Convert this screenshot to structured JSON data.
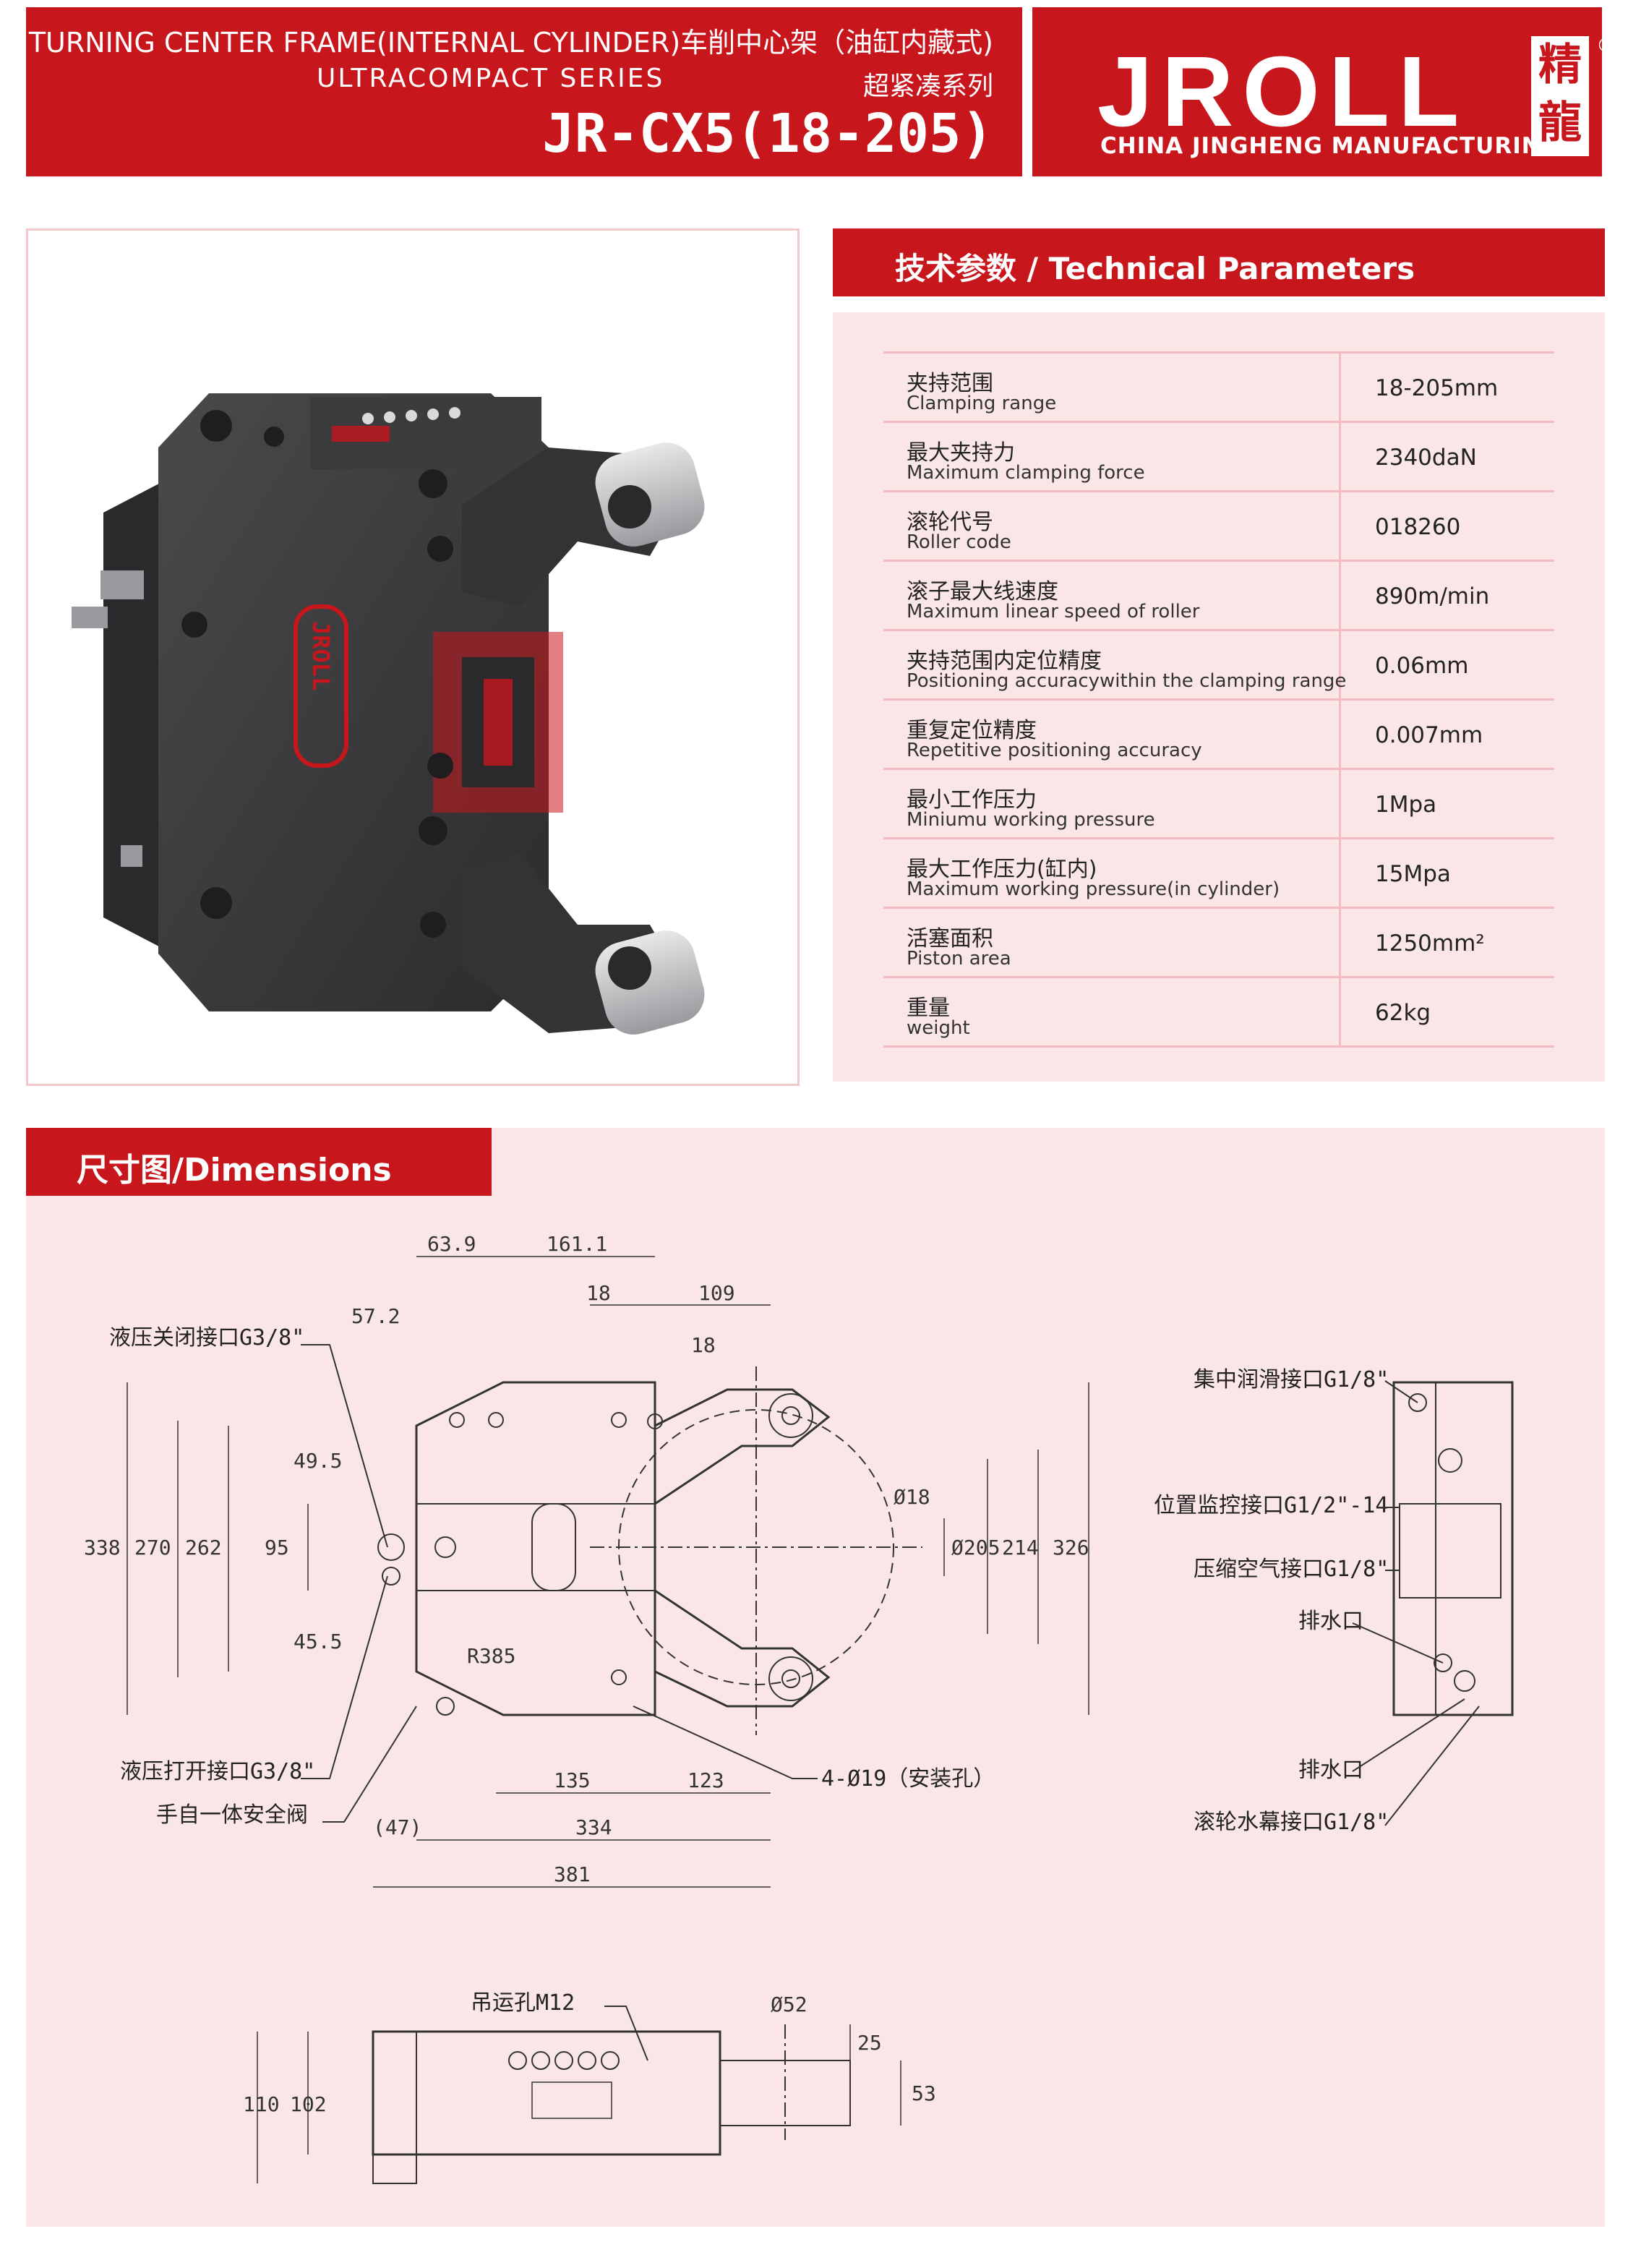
{
  "header": {
    "title_line1": "TURNING CENTER FRAME(INTERNAL CYLINDER)车削中心架（油缸内藏式)",
    "series_en": "ULTRACOMPACT SERIES",
    "series_cn": "超紧凑系列",
    "model": "JR-CX5(18-205)"
  },
  "logo": {
    "text": "JROLL",
    "subtitle": "CHINA JINGHENG MANUFACTURING",
    "cn_chars": "精龍",
    "copyright": "©"
  },
  "params": {
    "title": "技术参数 / Technical Parameters",
    "rows": [
      {
        "cn": "夹持范围",
        "en": "Clamping range",
        "value": "18-205mm"
      },
      {
        "cn": "最大夹持力",
        "en": "Maximum clamping force",
        "value": "2340daN"
      },
      {
        "cn": "滚轮代号",
        "en": "Roller code",
        "value": "018260"
      },
      {
        "cn": "滚子最大线速度",
        "en": "Maximum linear speed of roller",
        "value": "890m/min"
      },
      {
        "cn": "夹持范围内定位精度",
        "en": "Positioning accuracywithin the clamping range",
        "value": "0.06mm"
      },
      {
        "cn": "重复定位精度",
        "en": "Repetitive positioning accuracy",
        "value": "0.007mm"
      },
      {
        "cn": "最小工作压力",
        "en": "Miniumu working pressure",
        "value": "1Mpa"
      },
      {
        "cn": "最大工作压力(缸内)",
        "en": "Maximum working pressure(in cylinder)",
        "value": "15Mpa"
      },
      {
        "cn": "活塞面积",
        "en": "Piston area",
        "value": "1250mm²"
      },
      {
        "cn": "重量",
        "en": "weight",
        "value": "62kg"
      }
    ]
  },
  "product_photo": {
    "logo_text": "JROLL"
  },
  "dimensions": {
    "title": "尺寸图/Dimensions",
    "top_dims": [
      "63.9",
      "161.1",
      "18",
      "109",
      "57.2",
      "18"
    ],
    "left_dims": [
      "338",
      "270",
      "262",
      "95",
      "49.5",
      "45.5"
    ],
    "right_dims": [
      "Ø18",
      "Ø205",
      "214",
      "326"
    ],
    "bottom_dims": [
      "135",
      "123",
      "(47)",
      "334",
      "381"
    ],
    "radius": "R385",
    "callouts_left": [
      "液压关闭接口G3/8\"",
      "液压打开接口G3/8\"",
      "手自一体安全阀"
    ],
    "callout_holes": "4-Ø19（安装孔）",
    "callouts_side": [
      "集中润滑接口G1/8\"",
      "位置监控接口G1/2\"-14",
      "压缩空气接口G1/8\"",
      "排水口",
      "排水口",
      "滚轮水幕接口G1/8\""
    ],
    "bottom_view": {
      "lifting": "吊运孔M12",
      "dia": "Ø52",
      "dims": [
        "110",
        "102",
        "25",
        "53"
      ]
    }
  },
  "colors": {
    "brand_red": "#c8161d",
    "panel_pink": "#fbe6e7"
  }
}
